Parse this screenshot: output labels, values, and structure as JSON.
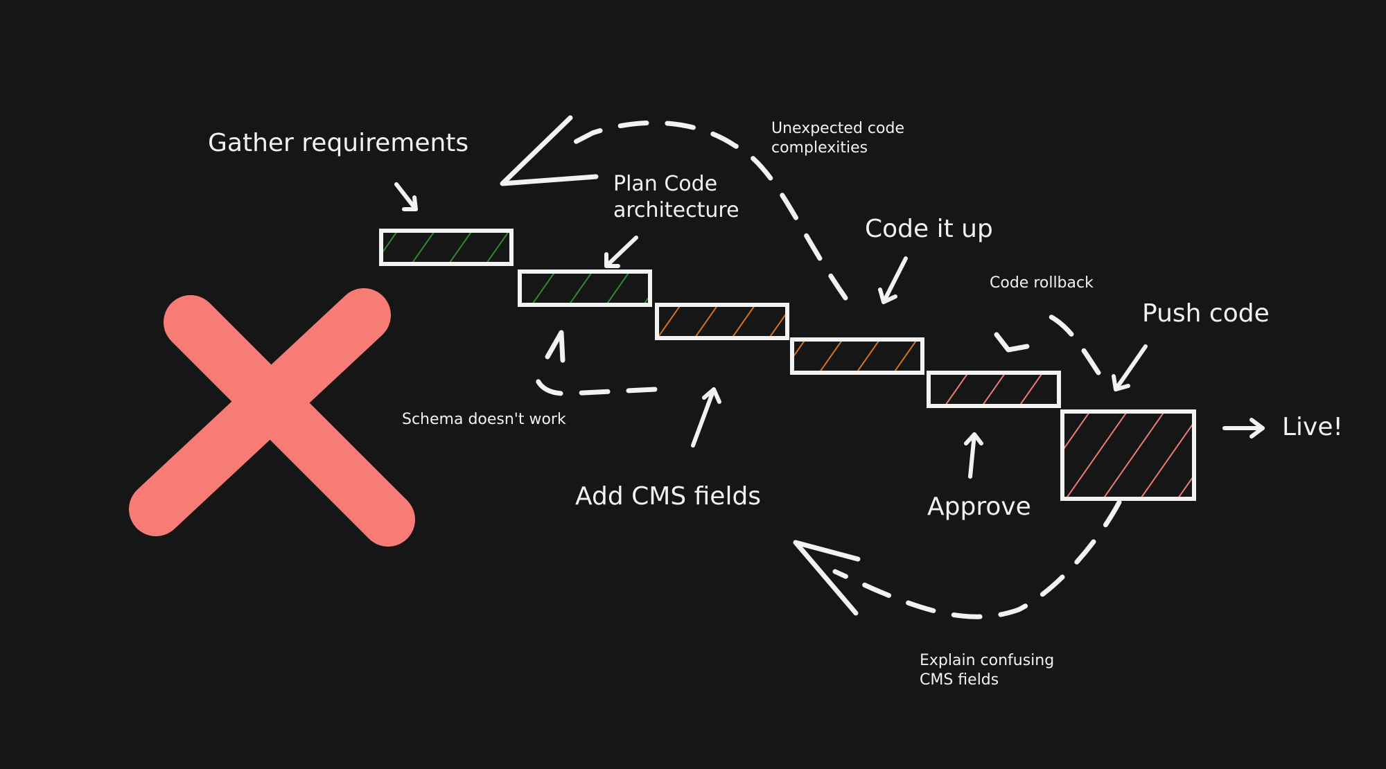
{
  "colors": {
    "background": "#161616",
    "stroke": "#f2f2f2",
    "green": "#2e8b2e",
    "orange": "#d9731c",
    "pink": "#f07a78",
    "cross": "#f87c76"
  },
  "steps": [
    {
      "label": "Gather requirements",
      "hatch": "green"
    },
    {
      "label": "Plan Code\narchitecture",
      "hatch": "green"
    },
    {
      "label": "Add CMS fields",
      "hatch": "orange"
    },
    {
      "label": "Code it up",
      "hatch": "orange"
    },
    {
      "label": "Approve",
      "hatch": "pink"
    },
    {
      "label": "Push code",
      "hatch": "pink"
    }
  ],
  "labels": {
    "gather": "Gather requirements",
    "plan_line1": "Plan Code",
    "plan_line2": "architecture",
    "code_it_up": "Code it up",
    "push_code": "Push code",
    "live": "Live!",
    "add_cms": "Add CMS fields",
    "approve": "Approve"
  },
  "feedback_loops": {
    "unexpected_line1": "Unexpected code",
    "unexpected_line2": "complexities",
    "schema": "Schema doesn't work",
    "rollback": "Code rollback",
    "explain_line1": "Explain confusing",
    "explain_line2": "CMS fields"
  },
  "icons": {
    "reject": "red-x-icon"
  }
}
